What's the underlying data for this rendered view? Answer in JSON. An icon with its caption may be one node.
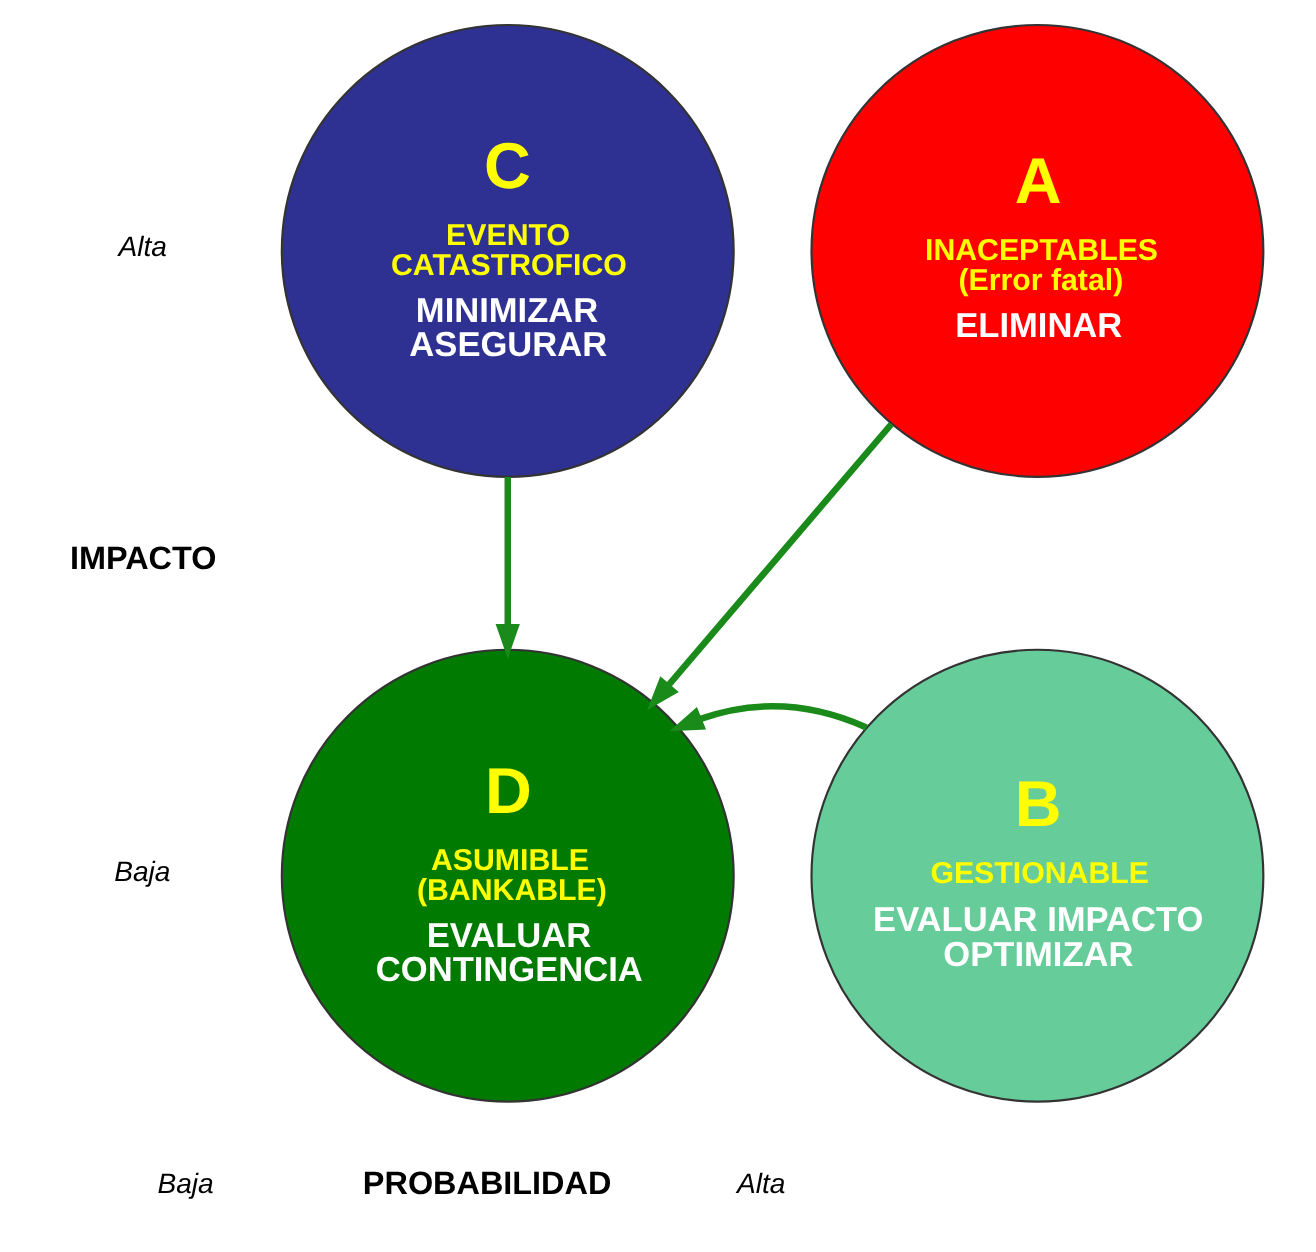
{
  "diagram": {
    "nodes": [
      {
        "text": [
          "C",
          "EVENTO CATASTROFICO",
          "MINIMIZAR ASEGURAR"
        ]
      },
      {
        "text": [
          "A",
          "INACEPTABLES (Error fatal)",
          "ELIMINAR"
        ]
      },
      {
        "text": [
          "D",
          "ASUMIBLE (BANKABLE)",
          "EVALUAR CONTINGENCIA"
        ]
      },
      {
        "text": [
          "B",
          "GESTIONABLE",
          "EVALUAR IMPACTO OPTIMIZAR"
        ]
      }
    ],
    "edges": [
      {
        "from": 0,
        "to": 2,
        "arrow": "to"
      },
      {
        "from": 1,
        "to": 2,
        "arrow": "to"
      },
      {
        "from": 3,
        "to": 2,
        "arrow": "to"
      }
    ],
    "labels": [
      "Alta",
      "IMPACTO",
      "Baja",
      "Baja",
      "PROBABILIDAD",
      "Alta"
    ]
  }
}
